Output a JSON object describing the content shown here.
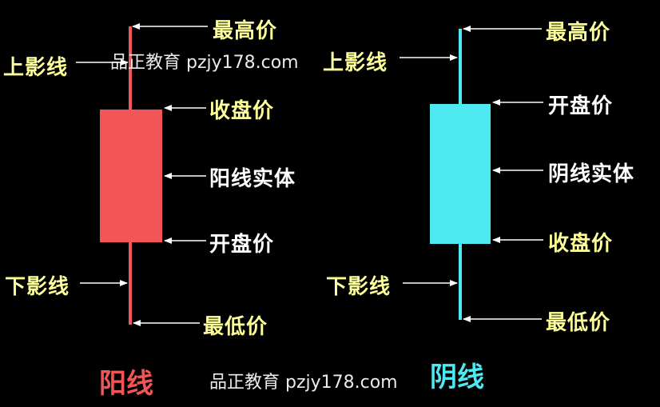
{
  "colors": {
    "background": "#000000",
    "yang": "#f25555",
    "yin": "#4de8f0",
    "label": "#ffff99",
    "white": "#ffffff"
  },
  "yang": {
    "title": "阳线",
    "highest": "最高价",
    "upper_shadow": "上影线",
    "close": "收盘价",
    "body": "阳线实体",
    "open": "开盘价",
    "lower_shadow": "下影线",
    "lowest": "最低价"
  },
  "yin": {
    "title": "阴线",
    "highest": "最高价",
    "upper_shadow": "上影线",
    "open": "开盘价",
    "body": "阴线实体",
    "close": "收盘价",
    "lower_shadow": "下影线",
    "lowest": "最低价"
  },
  "watermarks": [
    "品正教育 pzjy178.com",
    "品正教育 pzjy178.com"
  ]
}
